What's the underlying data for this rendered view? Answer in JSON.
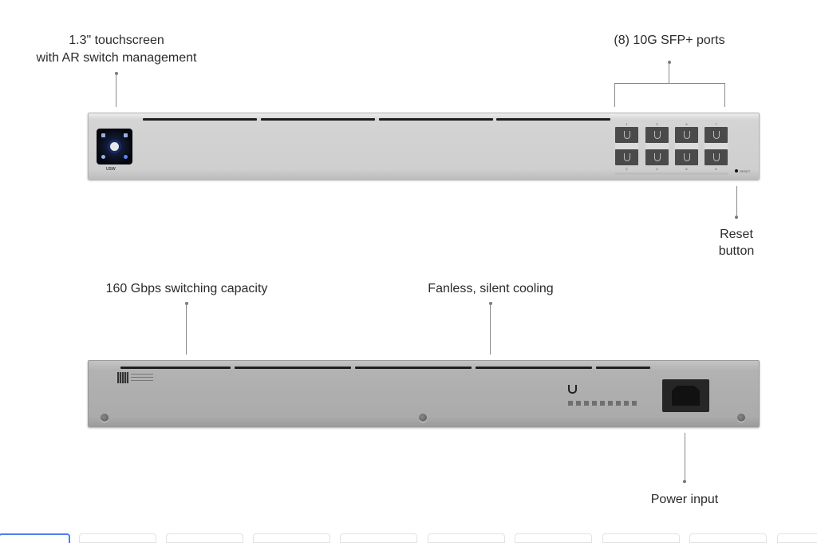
{
  "callouts": {
    "touchscreen": {
      "line1": "1.3\" touchscreen",
      "line2": "with AR switch management"
    },
    "sfp_ports": "(8) 10G SFP+ ports",
    "reset": {
      "line1": "Reset",
      "line2": "button"
    },
    "switching": "160 Gbps switching capacity",
    "cooling": "Fanless, silent cooling",
    "power": "Power input"
  },
  "front_panel": {
    "screen_label": "USW",
    "port_numbers_top": [
      "1",
      "3",
      "5",
      "7"
    ],
    "port_numbers_bottom": [
      "2",
      "4",
      "6",
      "8"
    ],
    "reset_label": "RESET"
  },
  "colors": {
    "accent_tab": "#4f7df5",
    "panel": "#d0d0d0",
    "back_panel": "#adadad"
  }
}
